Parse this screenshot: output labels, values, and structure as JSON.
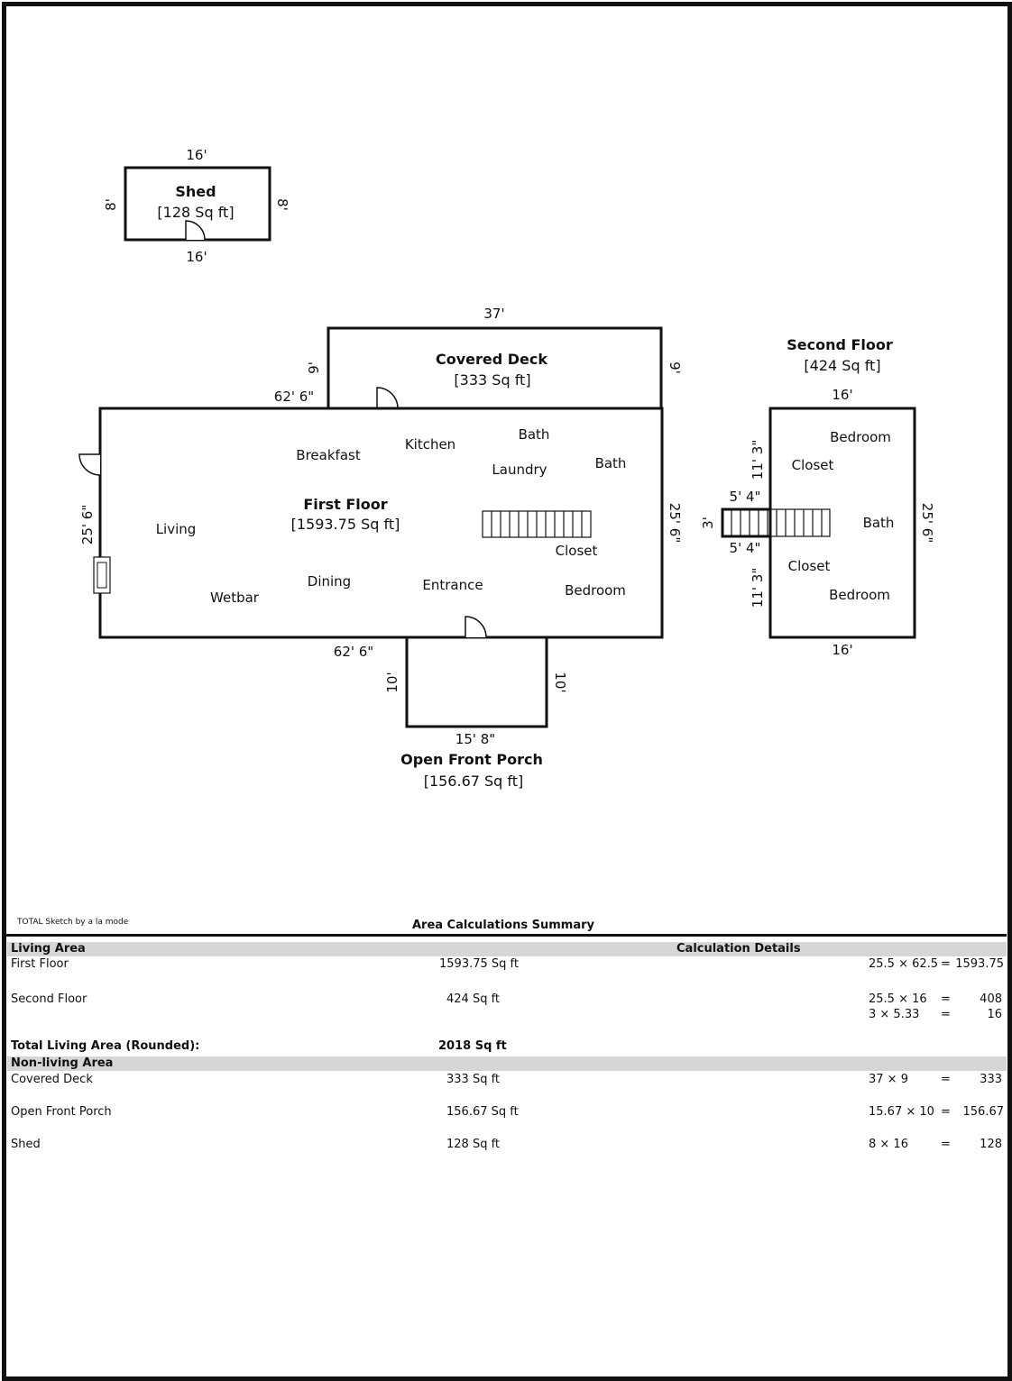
{
  "shed": {
    "name": "Shed",
    "area": "[128 Sq ft]",
    "dims": {
      "top": "16'",
      "bottom": "16'",
      "left": "8'",
      "right": "8'"
    }
  },
  "covered_deck": {
    "name": "Covered Deck",
    "area": "[333 Sq ft]",
    "dims": {
      "top": "37'",
      "left": "9'",
      "right": "9'"
    }
  },
  "first_floor": {
    "name": "First Floor",
    "area": "[1593.75 Sq ft]",
    "dims": {
      "top": "62' 6\"",
      "bottom": "62' 6\"",
      "left": "25' 6\"",
      "right": "25' 6\""
    },
    "rooms": {
      "breakfast": "Breakfast",
      "kitchen": "Kitchen",
      "bath1": "Bath",
      "bath2": "Bath",
      "laundry": "Laundry",
      "living": "Living",
      "closet": "Closet",
      "dining": "Dining",
      "entrance": "Entrance",
      "bedroom": "Bedroom",
      "wetbar": "Wetbar"
    }
  },
  "second_floor": {
    "name": "Second Floor",
    "area": "[424 Sq ft]",
    "dims": {
      "top": "16'",
      "bottom": "16'",
      "right": "25' 6\"",
      "upper_left": "11' 3\"",
      "lower_left": "11' 3\"",
      "stair_top": "5' 4\"",
      "stair_bottom": "5' 4\"",
      "stair_end": "3'"
    },
    "rooms": {
      "bedroom_top": "Bedroom",
      "closet_top": "Closet",
      "bath": "Bath",
      "closet_bottom": "Closet",
      "bedroom_bottom": "Bedroom"
    }
  },
  "porch": {
    "name": "Open Front Porch",
    "area": "[156.67 Sq ft]",
    "dims": {
      "bottom": "15' 8\"",
      "left": "10'",
      "right": "10'"
    }
  },
  "credit": "TOTAL Sketch by a la mode",
  "summary": {
    "title": "Area Calculations Summary",
    "living_header": "Living Area",
    "calc_header": "Calculation Details",
    "living": [
      {
        "name": "First Floor",
        "area": "1593.75 Sq ft",
        "calcs": [
          {
            "expr": "25.5 × 62.5",
            "eq": "=",
            "res": "1593.75"
          }
        ]
      },
      {
        "name": "Second Floor",
        "area": "424 Sq ft",
        "calcs": [
          {
            "expr": "25.5 × 16",
            "eq": "=",
            "res": "408"
          },
          {
            "expr": "3 × 5.33",
            "eq": "=",
            "res": "16"
          }
        ]
      }
    ],
    "total_label": "Total Living Area (Rounded):",
    "total_value": "2018 Sq ft",
    "nonliving_header": "Non-living Area",
    "nonliving": [
      {
        "name": "Covered Deck",
        "area": "333 Sq ft",
        "calcs": [
          {
            "expr": "37 × 9",
            "eq": "=",
            "res": "333"
          }
        ]
      },
      {
        "name": "Open Front Porch",
        "area": "156.67 Sq ft",
        "calcs": [
          {
            "expr": "15.67 × 10",
            "eq": "=",
            "res": "156.67"
          }
        ]
      },
      {
        "name": "Shed",
        "area": "128 Sq ft",
        "calcs": [
          {
            "expr": "8 × 16",
            "eq": "=",
            "res": "128"
          }
        ]
      }
    ]
  }
}
